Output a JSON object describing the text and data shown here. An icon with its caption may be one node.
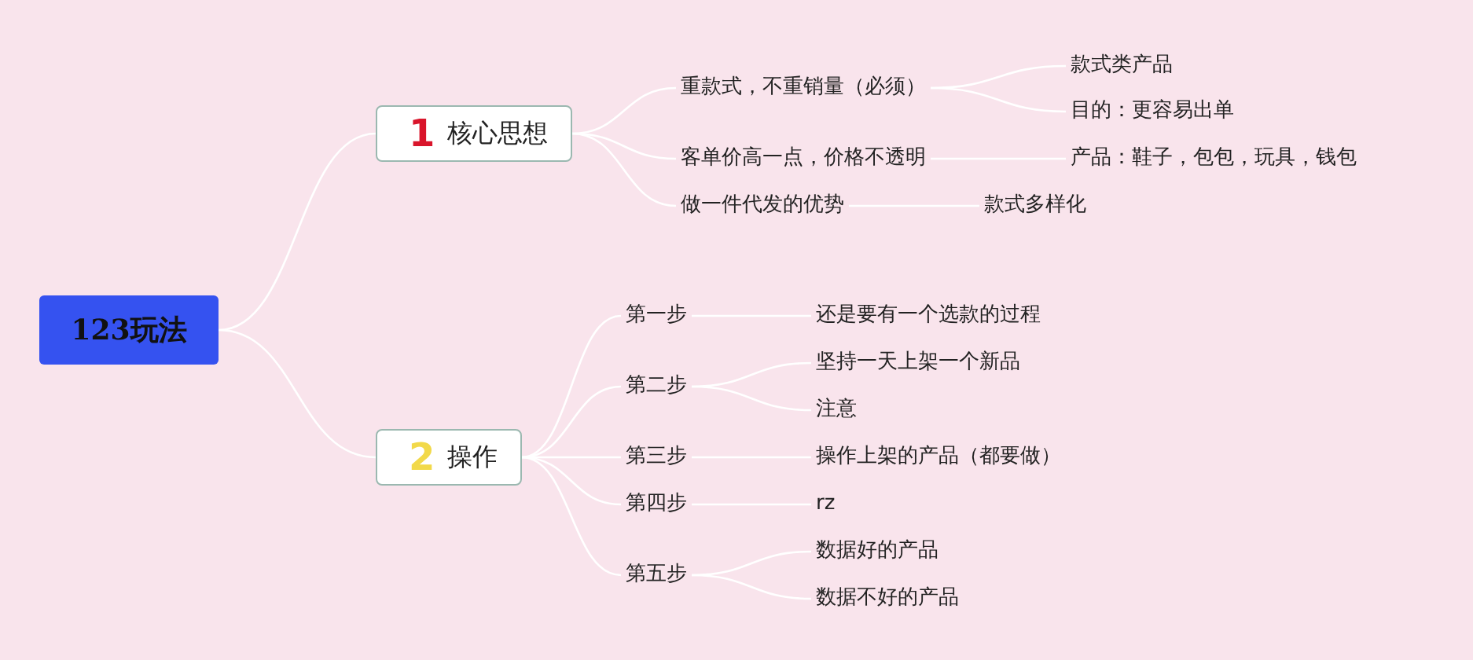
{
  "diagram": {
    "nodes": [
      {
        "text": [
          "123玩法"
        ]
      },
      {
        "text": [
          "1",
          "核心思想"
        ]
      },
      {
        "text": [
          "重款式，不重销量（必须）"
        ]
      },
      {
        "text": [
          "款式类产品"
        ]
      },
      {
        "text": [
          "目的：更容易出单"
        ]
      },
      {
        "text": [
          "客单价高一点，价格不透明"
        ]
      },
      {
        "text": [
          "产品：鞋子，包包，玩具，钱包"
        ]
      },
      {
        "text": [
          "做一件代发的优势"
        ]
      },
      {
        "text": [
          "款式多样化"
        ]
      },
      {
        "text": [
          "2",
          "操作"
        ]
      },
      {
        "text": [
          "第一步"
        ]
      },
      {
        "text": [
          "还是要有一个选款的过程"
        ]
      },
      {
        "text": [
          "第二步"
        ]
      },
      {
        "text": [
          "坚持一天上架一个新品"
        ]
      },
      {
        "text": [
          "注意"
        ]
      },
      {
        "text": [
          "第三步"
        ]
      },
      {
        "text": [
          "操作上架的产品（都要做）"
        ]
      },
      {
        "text": [
          "第四步"
        ]
      },
      {
        "text": [
          "rz"
        ]
      },
      {
        "text": [
          "第五步"
        ]
      },
      {
        "text": [
          "数据好的产品"
        ]
      },
      {
        "text": [
          "数据不好的产品"
        ]
      }
    ],
    "edges": [
      {
        "from": 0,
        "to": 1,
        "arrow": "none"
      },
      {
        "from": 1,
        "to": 2,
        "arrow": "none"
      },
      {
        "from": 2,
        "to": 3,
        "arrow": "none"
      },
      {
        "from": 2,
        "to": 4,
        "arrow": "none"
      },
      {
        "from": 1,
        "to": 5,
        "arrow": "none"
      },
      {
        "from": 5,
        "to": 6,
        "arrow": "none"
      },
      {
        "from": 1,
        "to": 7,
        "arrow": "none"
      },
      {
        "from": 7,
        "to": 8,
        "arrow": "none"
      },
      {
        "from": 0,
        "to": 9,
        "arrow": "none"
      },
      {
        "from": 9,
        "to": 10,
        "arrow": "none"
      },
      {
        "from": 10,
        "to": 11,
        "arrow": "none"
      },
      {
        "from": 9,
        "to": 12,
        "arrow": "none"
      },
      {
        "from": 12,
        "to": 13,
        "arrow": "none"
      },
      {
        "from": 12,
        "to": 14,
        "arrow": "none"
      },
      {
        "from": 9,
        "to": 15,
        "arrow": "none"
      },
      {
        "from": 15,
        "to": 16,
        "arrow": "none"
      },
      {
        "from": 9,
        "to": 17,
        "arrow": "none"
      },
      {
        "from": 17,
        "to": 18,
        "arrow": "none"
      },
      {
        "from": 9,
        "to": 19,
        "arrow": "none"
      },
      {
        "from": 19,
        "to": 20,
        "arrow": "none"
      },
      {
        "from": 19,
        "to": 21,
        "arrow": "none"
      }
    ]
  }
}
